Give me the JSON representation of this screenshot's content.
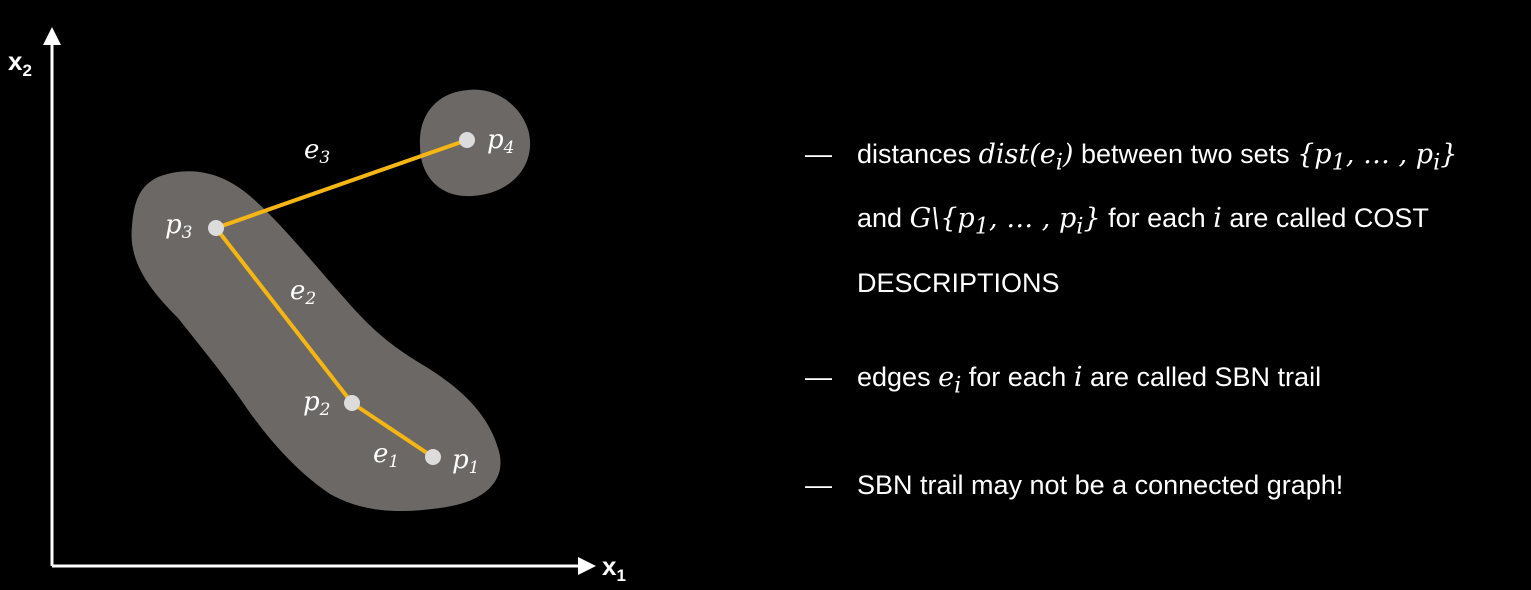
{
  "axes": {
    "x_label": "x",
    "x_sub": "1",
    "y_label": "x",
    "y_sub": "2"
  },
  "points": [
    {
      "id": "p1",
      "label": "p",
      "sub": "1"
    },
    {
      "id": "p2",
      "label": "p",
      "sub": "2"
    },
    {
      "id": "p3",
      "label": "p",
      "sub": "3"
    },
    {
      "id": "p4",
      "label": "p",
      "sub": "4"
    }
  ],
  "edges": [
    {
      "id": "e1",
      "label": "e",
      "sub": "1",
      "from": "p1",
      "to": "p2"
    },
    {
      "id": "e2",
      "label": "e",
      "sub": "2",
      "from": "p2",
      "to": "p3"
    },
    {
      "id": "e3",
      "label": "e",
      "sub": "3",
      "from": "p3",
      "to": "p4"
    }
  ],
  "colors": {
    "background": "#000000",
    "blob": "#6b6865",
    "edge": "#f5b512",
    "point": "#dcdcdc",
    "text": "#ffffff"
  },
  "bullets": {
    "dash": "—",
    "b1": {
      "t1": "distances ",
      "m1": "dist(e",
      "m1sub": "i",
      "m1end": ")",
      "t2": " between two sets ",
      "m2": "{p",
      "m2s1": "1",
      "m2mid": ", … , p",
      "m2s2": "i",
      "m2end": "}",
      "t3": "and ",
      "m3": "G\\{p",
      "m3s1": "1",
      "m3mid": ", … , p",
      "m3s2": "i",
      "m3end": "}",
      "t4": " for each ",
      "m4": "i",
      "t5": " are called COST",
      "t6": "DESCRIPTIONS"
    },
    "b2": {
      "t1": "edges ",
      "m1": "e",
      "m1sub": "i",
      "t2": " for each ",
      "m2": "i",
      "t3": " are called SBN trail"
    },
    "b3": {
      "t1": "SBN trail may not be a connected graph!"
    }
  }
}
